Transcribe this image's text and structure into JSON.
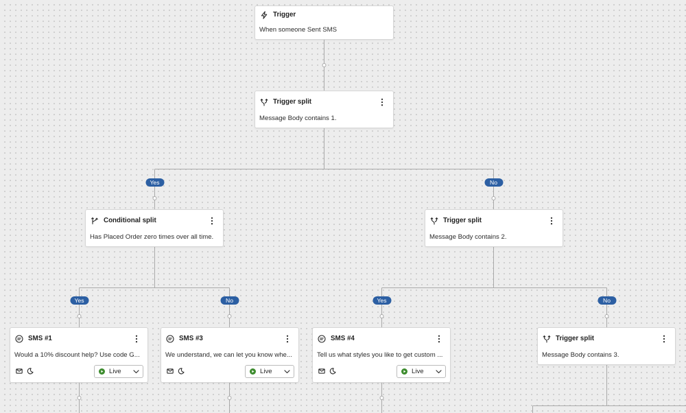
{
  "theme": {
    "canvas_background": "#ededed",
    "canvas_dots": "#c8c8c8",
    "connector": "#a9a9a9",
    "branch_badge": "#2c5fa3",
    "status_live": "#3d8c2e"
  },
  "nodes": {
    "trigger": {
      "icon": "lightning-icon",
      "title": "Trigger",
      "description": "When someone Sent SMS"
    },
    "trigger_split_1": {
      "icon": "trigger-split-icon",
      "title": "Trigger split",
      "description": "Message Body contains 1.",
      "menu_icon": "kebab-icon",
      "branches": [
        "Yes",
        "No"
      ]
    },
    "conditional_split": {
      "icon": "conditional-split-icon",
      "title": "Conditional split",
      "description": "Has Placed Order zero times over all time.",
      "menu_icon": "kebab-icon",
      "branches": [
        "Yes",
        "No"
      ]
    },
    "trigger_split_2": {
      "icon": "trigger-split-icon",
      "title": "Trigger split",
      "description": "Message Body contains 2.",
      "menu_icon": "kebab-icon",
      "branches": [
        "Yes",
        "No"
      ]
    },
    "sms_1": {
      "icon": "sms-icon",
      "title": "SMS #1",
      "description": "Would a 10% discount help? Use code G...",
      "menu_icon": "kebab-icon",
      "setting_icons": [
        "envelope-icon",
        "smart-sending-icon"
      ],
      "status": "Live",
      "status_icon": "live-status-icon"
    },
    "sms_3": {
      "icon": "sms-icon",
      "title": "SMS #3",
      "description": "We understand, we can let you know whe...",
      "menu_icon": "kebab-icon",
      "setting_icons": [
        "envelope-icon",
        "smart-sending-icon"
      ],
      "status": "Live",
      "status_icon": "live-status-icon"
    },
    "sms_4": {
      "icon": "sms-icon",
      "title": "SMS #4",
      "description": "Tell us what styles you like to get custom ...",
      "menu_icon": "kebab-icon",
      "setting_icons": [
        "envelope-icon",
        "smart-sending-icon"
      ],
      "status": "Live",
      "status_icon": "live-status-icon"
    },
    "trigger_split_3": {
      "icon": "trigger-split-icon",
      "title": "Trigger split",
      "description": "Message Body contains 3.",
      "menu_icon": "kebab-icon"
    }
  }
}
